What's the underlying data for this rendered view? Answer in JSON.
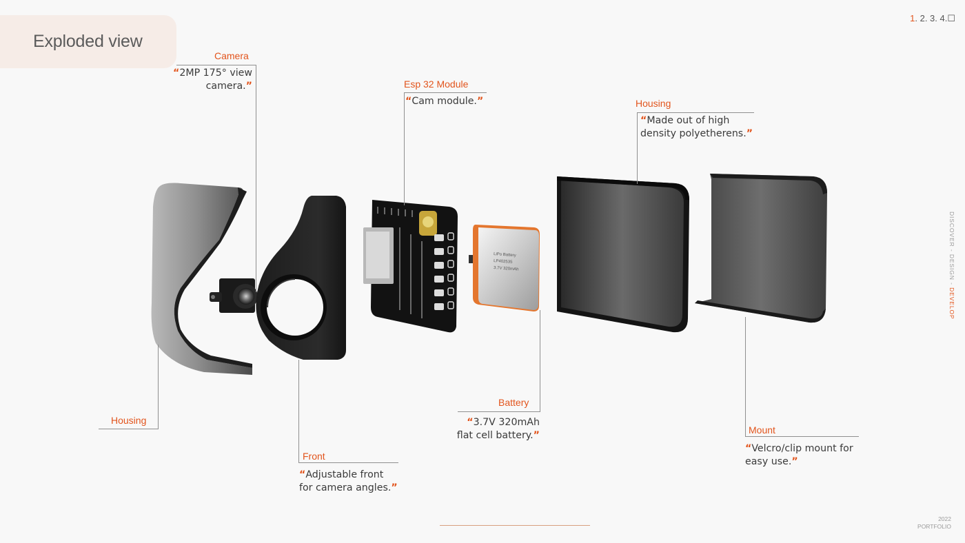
{
  "title": "Exploded view",
  "page_nav": {
    "active": "1",
    "rest": ". 2. 3. 4.☐"
  },
  "side_text": {
    "prefix": "DISCOVER - DESIGN - ",
    "accent": "DEVELOP"
  },
  "footer": {
    "year": "2022",
    "label": "PORTFOLIO"
  },
  "quote_open": "“",
  "quote_close": "”",
  "callouts": {
    "camera": {
      "label": "Camera",
      "line1": "2MP 175° view",
      "line2": "camera."
    },
    "esp": {
      "label": "Esp 32 Module",
      "line1": "Cam module."
    },
    "housing_right": {
      "label": "Housing",
      "line1": "Made out of high",
      "line2": "density polyetherens."
    },
    "housing_left": {
      "label": "Housing"
    },
    "front": {
      "label": "Front",
      "line1": "Adjustable front",
      "line2": "for camera angles."
    },
    "battery": {
      "label": "Battery",
      "line1": "3.7V  320mAh",
      "line2": "flat cell battery.",
      "print1": "LiPo  Battery",
      "print2": "LP402535",
      "print3": "3.7V  320mAh"
    },
    "mount": {
      "label": "Mount",
      "line1": "Velcro/clip mount for",
      "line2": "easy use."
    }
  }
}
